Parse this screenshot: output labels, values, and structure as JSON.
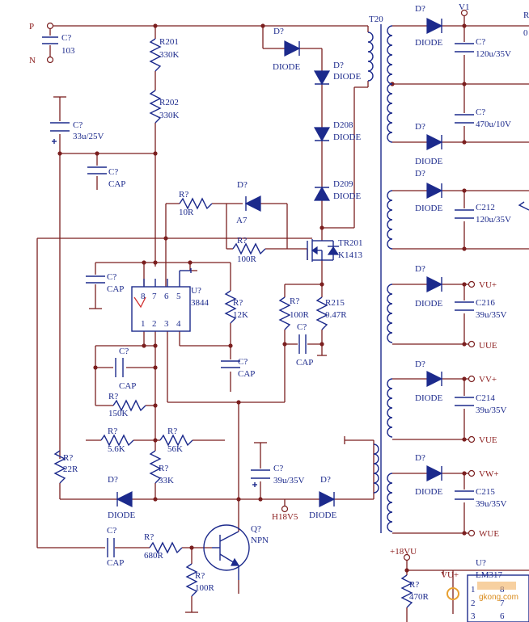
{
  "power": {
    "p_label": "P",
    "n_label": "N",
    "input_cap": {
      "ref": "C?",
      "value": "103"
    },
    "pin_v1": "V1"
  },
  "transformer": {
    "ref": "T20"
  },
  "left": {
    "r201": {
      "ref": "R201",
      "value": "330K"
    },
    "r202": {
      "ref": "R202",
      "value": "330K"
    },
    "cap33": {
      "ref": "C?",
      "value": "33u/25V"
    },
    "cap_vcc": {
      "ref": "C?",
      "value": "CAP"
    },
    "r10": {
      "ref": "R?",
      "value": "10R"
    },
    "d_a7": {
      "ref": "D?",
      "value": "A7"
    },
    "r100_gate": {
      "ref": "R?",
      "value": "100R"
    },
    "cap_pin8": {
      "ref": "C?",
      "value": "CAP"
    },
    "ic": {
      "ref": "U?",
      "value": "3844",
      "pins": [
        "8",
        "7",
        "6",
        "5",
        "1",
        "2",
        "3",
        "4"
      ]
    },
    "r12k": {
      "ref": "R?",
      "value": "12K"
    },
    "cap_comp": {
      "ref": "C?",
      "value": "CAP"
    },
    "cap_fb": {
      "ref": "C?",
      "value": "CAP"
    },
    "r150k": {
      "ref": "R?",
      "value": "150K"
    },
    "r56k_a": {
      "ref": "R?",
      "value": "5.6K"
    },
    "r56k_b": {
      "ref": "R?",
      "value": "56K"
    },
    "r22": {
      "ref": "R?",
      "value": "22R"
    },
    "r33k": {
      "ref": "R?",
      "value": "33K"
    },
    "d_aux1": {
      "ref": "D?",
      "value": "DIODE"
    },
    "cap39": {
      "ref": "C?",
      "value": "39u/35V"
    },
    "h18v5": "H18V5",
    "d_aux2": {
      "ref": "D?",
      "value": "DIODE"
    },
    "cap_base": {
      "ref": "C?",
      "value": "CAP"
    },
    "r680": {
      "ref": "R?",
      "value": "680R"
    },
    "q_npn": {
      "ref": "Q?",
      "value": "NPN"
    },
    "r100_base": {
      "ref": "R?",
      "value": "100R"
    }
  },
  "primary": {
    "d_top": {
      "ref": "D?",
      "value": "DIODE"
    },
    "d_2": {
      "ref": "D?",
      "value": "DIODE"
    },
    "d208": {
      "ref": "D208",
      "value": "DIODE"
    },
    "d209": {
      "ref": "D209",
      "value": "DIODE"
    },
    "tr201": {
      "ref": "TR201",
      "value": "K1413"
    },
    "r100_src": {
      "ref": "R?",
      "value": "100R"
    },
    "r215": {
      "ref": "R215",
      "value": "0.47R"
    },
    "cap_cs": {
      "ref": "C?",
      "value": "CAP"
    }
  },
  "secondary": {
    "w1": {
      "diode_ref": "D?",
      "diode_value": "DIODE",
      "cap_ref": "C?",
      "cap_value": "120u/35V"
    },
    "w2": {
      "diode_ref": "D?",
      "diode_value": "DIODE",
      "cap_ref": "C?",
      "cap_value": "470u/10V"
    },
    "w3": {
      "diode_ref": "D?",
      "diode_value": "DIODE",
      "cap_ref": "C212",
      "cap_value": "120u/35V"
    },
    "w4": {
      "diode_ref": "D?",
      "diode_value": "DIODE",
      "cap_ref": "C216",
      "cap_value": "39u/35V",
      "pos": "VU+",
      "neg": "UUE"
    },
    "w5": {
      "diode_ref": "D?",
      "diode_value": "DIODE",
      "cap_ref": "C214",
      "cap_value": "39u/35V",
      "pos": "VV+",
      "neg": "VUE"
    },
    "w6": {
      "diode_ref": "D?",
      "diode_value": "DIODE",
      "cap_ref": "C215",
      "cap_value": "39u/35V",
      "pos": "VW+",
      "neg": "WUE"
    }
  },
  "regulator": {
    "rail": "+18VU",
    "r": {
      "ref": "R?",
      "value": "470R"
    },
    "net": "VU+",
    "u": {
      "ref": "U?",
      "value": "LM317"
    },
    "pins": [
      "1",
      "8",
      "2",
      "7",
      "3",
      "6"
    ]
  },
  "edge": {
    "r_right": "R",
    "zero": "0"
  },
  "watermark": {
    "text": "gkong.com"
  }
}
